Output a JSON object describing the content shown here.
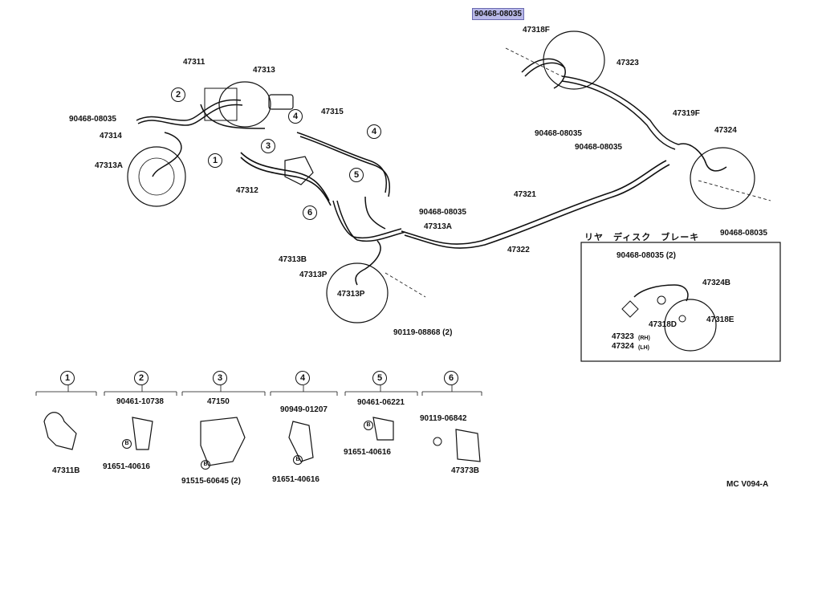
{
  "highlighted_part": "90468-08035",
  "front": {
    "labels": {
      "p47311": "47311",
      "p47313": "47313",
      "p47315": "47315",
      "p90468_a": "90468-08035",
      "p47314": "47314",
      "p47313A_left": "47313A",
      "p47312": "47312",
      "p90468_b": "90468-08035",
      "p47313A_mid": "47313A",
      "p47313B": "47313B",
      "p47313P_a": "47313P",
      "p47313P_b": "47313P",
      "p90119": "90119-08868 (2)"
    }
  },
  "rear": {
    "labels": {
      "p47318F": "47318F",
      "p47323": "47323",
      "p90468_c": "90468-08035",
      "p90468_d": "90468-08035",
      "p47319F": "47319F",
      "p47324": "47324",
      "p90468_e": "90468-08035",
      "p47321": "47321",
      "p47322": "47322"
    }
  },
  "inset": {
    "title": "リヤ　ディスク　ブレーキ",
    "labels": {
      "p90468": "90468-08035 (2)",
      "p47324B": "47324B",
      "p47318D": "47318D",
      "p47318E": "47318E",
      "p47323": "47323",
      "p47323_side": "(RH)",
      "p47324": "47324",
      "p47324_side": "(LH)"
    }
  },
  "callouts": [
    "1",
    "2",
    "3",
    "4",
    "5",
    "6"
  ],
  "details": [
    {
      "num": "1",
      "parts": [
        "47311B"
      ]
    },
    {
      "num": "2",
      "parts": [
        "90461-10738",
        "91651-40616"
      ]
    },
    {
      "num": "3",
      "parts": [
        "47150",
        "91515-60645 (2)"
      ]
    },
    {
      "num": "4",
      "parts": [
        "90949-01207",
        "91651-40616"
      ]
    },
    {
      "num": "5",
      "parts": [
        "90461-06221",
        "91651-40616"
      ]
    },
    {
      "num": "6",
      "parts": [
        "90119-06842",
        "47373B"
      ]
    }
  ],
  "bolt_marker": "B",
  "diagram_code": "MC V094-A"
}
